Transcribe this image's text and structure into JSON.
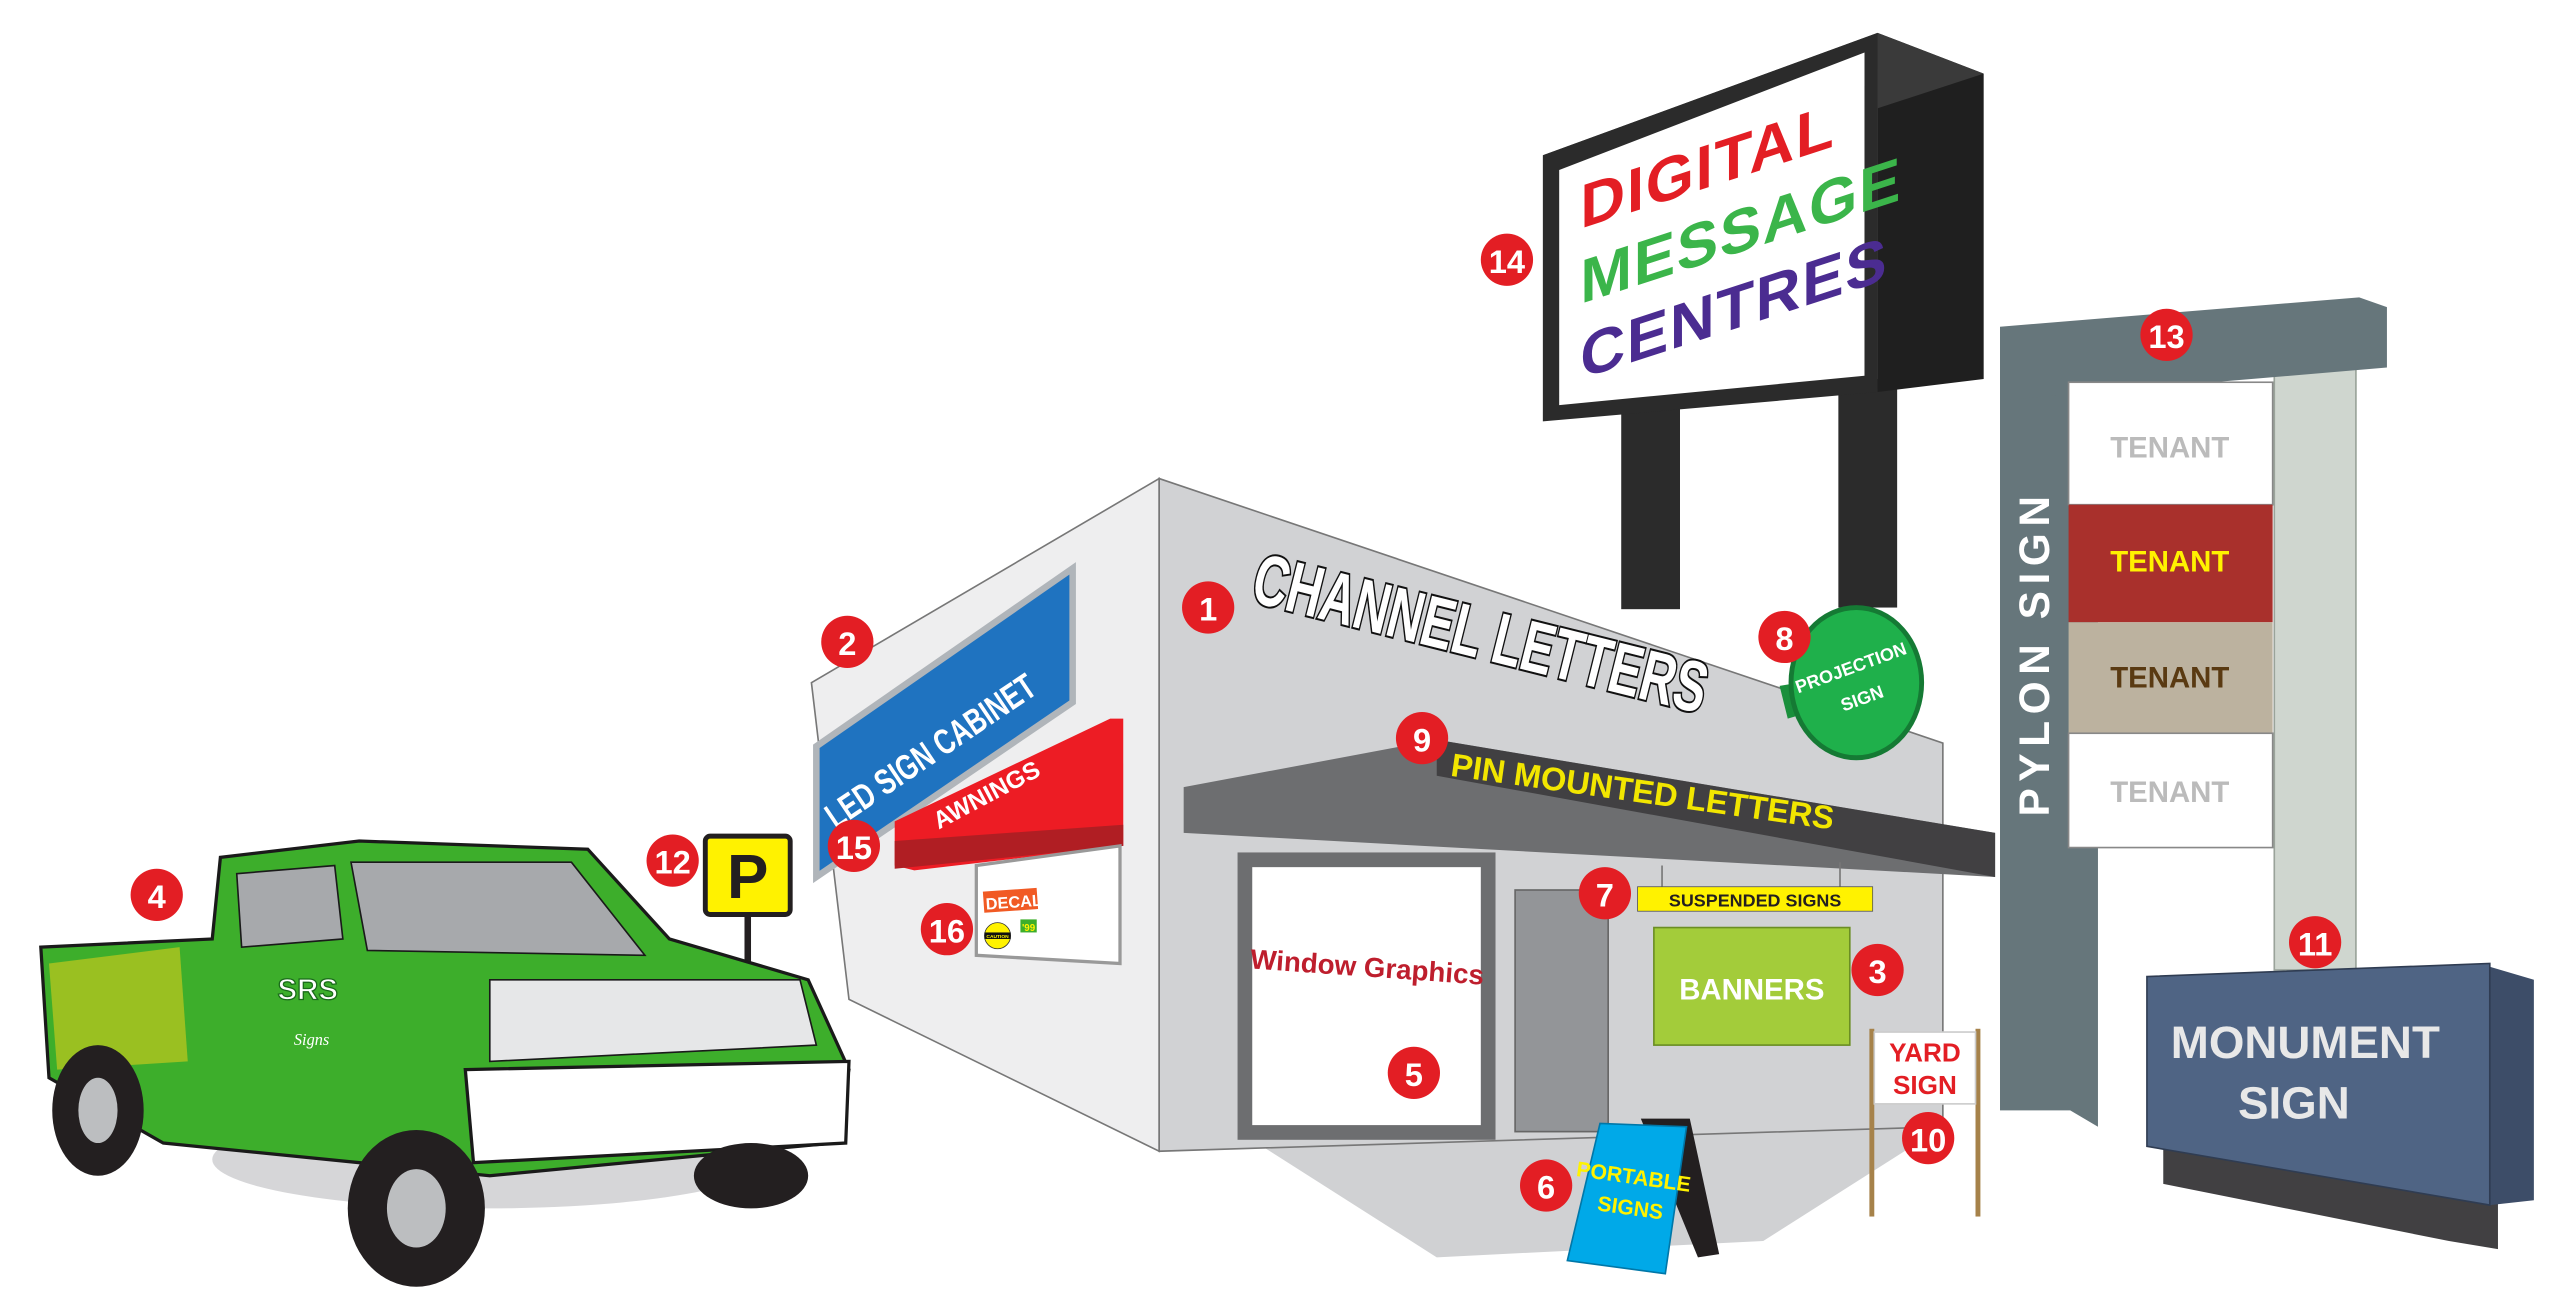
{
  "colors": {
    "badge": "#e31e24",
    "led_cabinet": "#1f73c0",
    "awning": "#ed1c24",
    "projection": "#1fb04b",
    "banner": "#a3cc3a",
    "suspended": "#fff200",
    "portable": "#00a9e8",
    "monument": "#4f6484",
    "pylon": "#66767b",
    "tenant_red": "#a9302c",
    "tenant_tan": "#bcb29f",
    "truck_green": "#3dae2b",
    "wall_front": "#d1d2d4",
    "wall_side": "#eeeeef"
  },
  "digital_sign": {
    "line1": "DIGITAL",
    "line2": "MESSAGE",
    "line3": "CENTRES",
    "letter_colors": [
      "#e31e24",
      "#f15a24",
      "#f7941d",
      "#ffd400",
      "#f7e31a",
      "#f0e51b",
      "#f2e600"
    ],
    "line2_colors": [
      "#39b54a",
      "#39b54a",
      "#6abd45",
      "#27aae1",
      "#27aae1",
      "#1c75bc",
      "#1c75bc"
    ],
    "line3_colors": [
      "#2e3192",
      "#2e3192",
      "#662d91",
      "#662d91",
      "#92278f",
      "#662d91",
      "#2e3192"
    ]
  },
  "signs": {
    "channel_letters": "CHANNEL LETTERS",
    "led_cabinet": "LED SIGN CABINET",
    "awnings": "AWNINGS",
    "decals": "DECALS",
    "caution": "CAUTION",
    "sticker": "'99",
    "projection_line1": "PROJECTION",
    "projection_line2": "SIGN",
    "pin_mounted": "PIN MOUNTED LETTERS",
    "suspended": "SUSPENDED SIGNS",
    "window_graphics": "Window Graphics",
    "banners": "BANNERS",
    "yard_line1": "YARD",
    "yard_line2": "SIGN",
    "portable_line1": "PORTABLE",
    "portable_line2": "SIGNS",
    "pylon": "PYLON SIGN",
    "tenants": [
      "TENANT",
      "TENANT",
      "TENANT",
      "TENANT"
    ],
    "monument_line1": "MONUMENT",
    "monument_line2": "SIGN",
    "parking": "P",
    "truck_logo": "SRS",
    "truck_logo_sub": "Signs"
  },
  "badges": [
    "1",
    "2",
    "3",
    "4",
    "5",
    "6",
    "7",
    "8",
    "9",
    "10",
    "11",
    "12",
    "13",
    "14",
    "15",
    "16"
  ]
}
